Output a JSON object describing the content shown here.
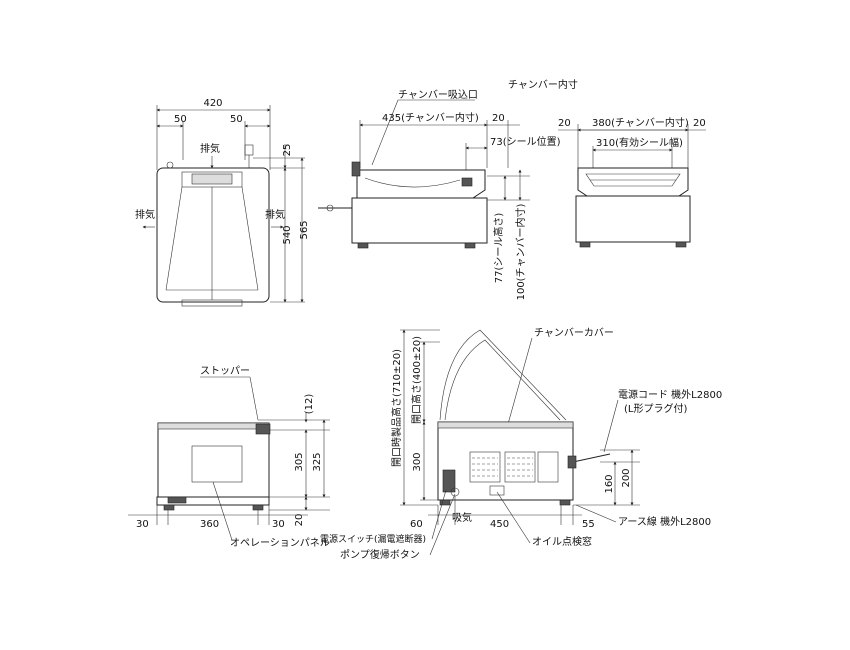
{
  "chamber_inner_title": "チャンバー内寸",
  "top_view": {
    "width_total": "420",
    "offset_left": "50",
    "offset_right": "50",
    "exhaust_top": "排気",
    "exhaust_left": "排気",
    "exhaust_right": "排気",
    "dim_top": "25",
    "depth_inner": "540",
    "depth_total": "565"
  },
  "side_view": {
    "intake_label": "チャンバー吸込口",
    "chamber_length": "435(チャンバー内寸)",
    "offset_right": "20",
    "seal_position": "73(シール位置)",
    "seal_height": "77(シール高さ)",
    "chamber_height": "100(チャンバー内寸)"
  },
  "front_small_view": {
    "offset_left": "20",
    "chamber_width": "380(チャンバー内寸)",
    "offset_right": "20",
    "seal_width": "310(有効シール幅)"
  },
  "front_view": {
    "stopper_label": "ストッパー",
    "gap": "(12)",
    "height_body": "305",
    "height_total": "325",
    "height_feet": "20",
    "bottom_left": "30",
    "bottom_center": "360",
    "bottom_right": "30",
    "panel_label": "オペレーションパネル"
  },
  "back_view": {
    "cover_label": "チャンバーカバー",
    "open_height_total": "開口時製品高さ(710±20)",
    "open_height": "開口高さ(400±20)",
    "height_body": "300",
    "power_cord": "電源コード  機外L2800",
    "plug_note": "(L形プラグ付)",
    "dim_160": "160",
    "dim_200": "200",
    "dim_60": "60",
    "intake_label": "吸気",
    "dim_450": "450",
    "dim_55": "55",
    "earth_label": "アース線  機外L2800",
    "power_switch": "電源スイッチ(漏電遮断器)",
    "pump_reset": "ポンプ復帰ボタン",
    "oil_window": "オイル点検窓"
  }
}
